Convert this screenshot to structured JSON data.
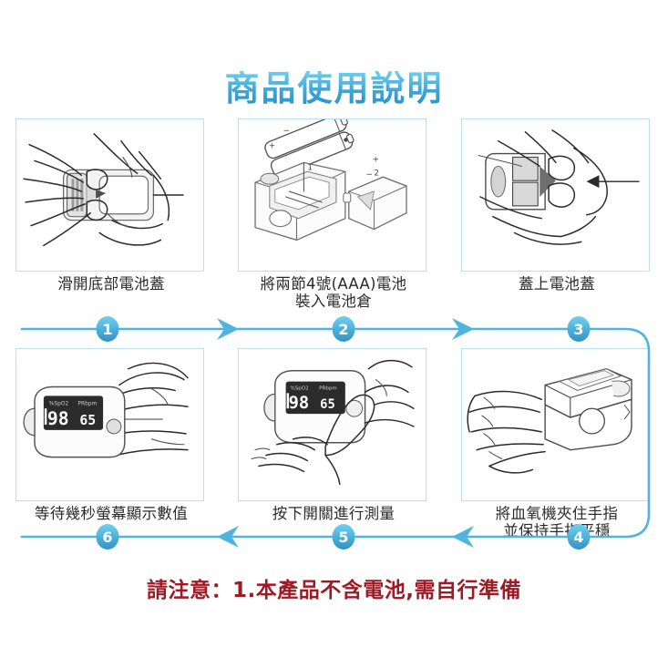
{
  "page": {
    "title": "商品使用說明",
    "title_color": "#4fb4e0",
    "background": "#ffffff",
    "frame_border_color": "#bcdff0",
    "flow_color": "#4fb4e0",
    "notice_color": "#9e1b25"
  },
  "steps": [
    {
      "number": "1",
      "badge": "❶",
      "caption_lines": [
        "滑開底部電池蓋"
      ],
      "illustration": "hands-sliding-battery-cover-open",
      "screen_values": []
    },
    {
      "number": "2",
      "badge": "❷",
      "caption_lines": [
        "將兩節4號(AAA)電池",
        "裝入電池倉"
      ],
      "illustration": "aaa-batteries-into-compartment",
      "part_labels": [
        "1",
        "2"
      ],
      "polarity_marks": [
        "+",
        "-",
        "+",
        "-"
      ],
      "screen_values": []
    },
    {
      "number": "3",
      "badge": "❸",
      "caption_lines": [
        "蓋上電池蓋"
      ],
      "illustration": "hands-closing-battery-cover",
      "screen_values": []
    },
    {
      "number": "4",
      "badge": "❹",
      "caption_lines": [
        "將血氧機夾住手指",
        "並保持手指平穩"
      ],
      "illustration": "oximeter-clipped-on-finger",
      "screen_values": []
    },
    {
      "number": "5",
      "badge": "❺",
      "caption_lines": [
        "按下開關進行測量"
      ],
      "illustration": "pressing-power-button",
      "screen_values": [
        "98",
        "65"
      ],
      "screen_labels": [
        "%SpO2",
        "PRbpm"
      ]
    },
    {
      "number": "6",
      "badge": "❻",
      "caption_lines": [
        "等待幾秒螢幕顯示數值"
      ],
      "illustration": "oximeter-showing-reading",
      "screen_values": [
        "98",
        "65"
      ],
      "screen_labels": [
        "%SpO2",
        "PRbpm"
      ]
    }
  ],
  "flow": {
    "row1_direction": "left-to-right",
    "row2_direction": "right-to-left",
    "badges_row1": [
      "❶",
      "❷",
      "❸"
    ],
    "badges_row2": [
      "❻",
      "❺",
      "❹"
    ]
  },
  "notice": {
    "text": "請注意：1.本產品不含電池,需自行準備"
  }
}
